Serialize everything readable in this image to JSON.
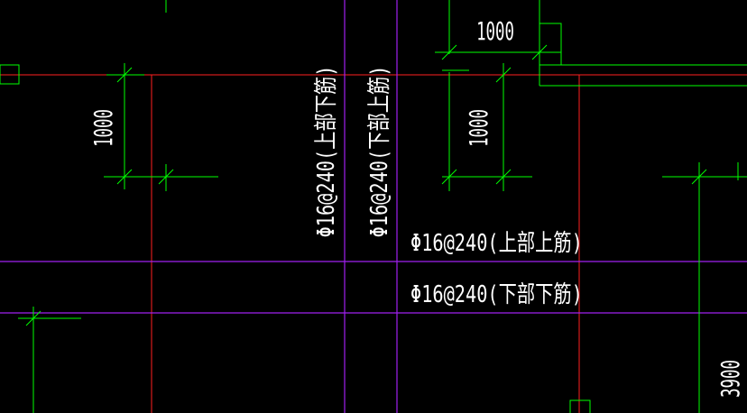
{
  "colors": {
    "background": "#000000",
    "axis_line": "#ff1f1f",
    "rebar_line": "#a020f0",
    "dimension_line": "#00ff00",
    "text": "#ffffff"
  },
  "dimensions": {
    "top": "1000",
    "left_vertical": "1000",
    "mid_vertical": "1000",
    "right_vertical": "3900"
  },
  "rebar_labels": {
    "vertical_top_lower": "Φ16@240(上部下筋)",
    "vertical_bottom_upper": "Φ16@240(下部上筋)",
    "horizontal_top_upper": "Φ16@240(上部上筋)",
    "horizontal_bottom_lower": "Φ16@240(下部下筋)"
  }
}
